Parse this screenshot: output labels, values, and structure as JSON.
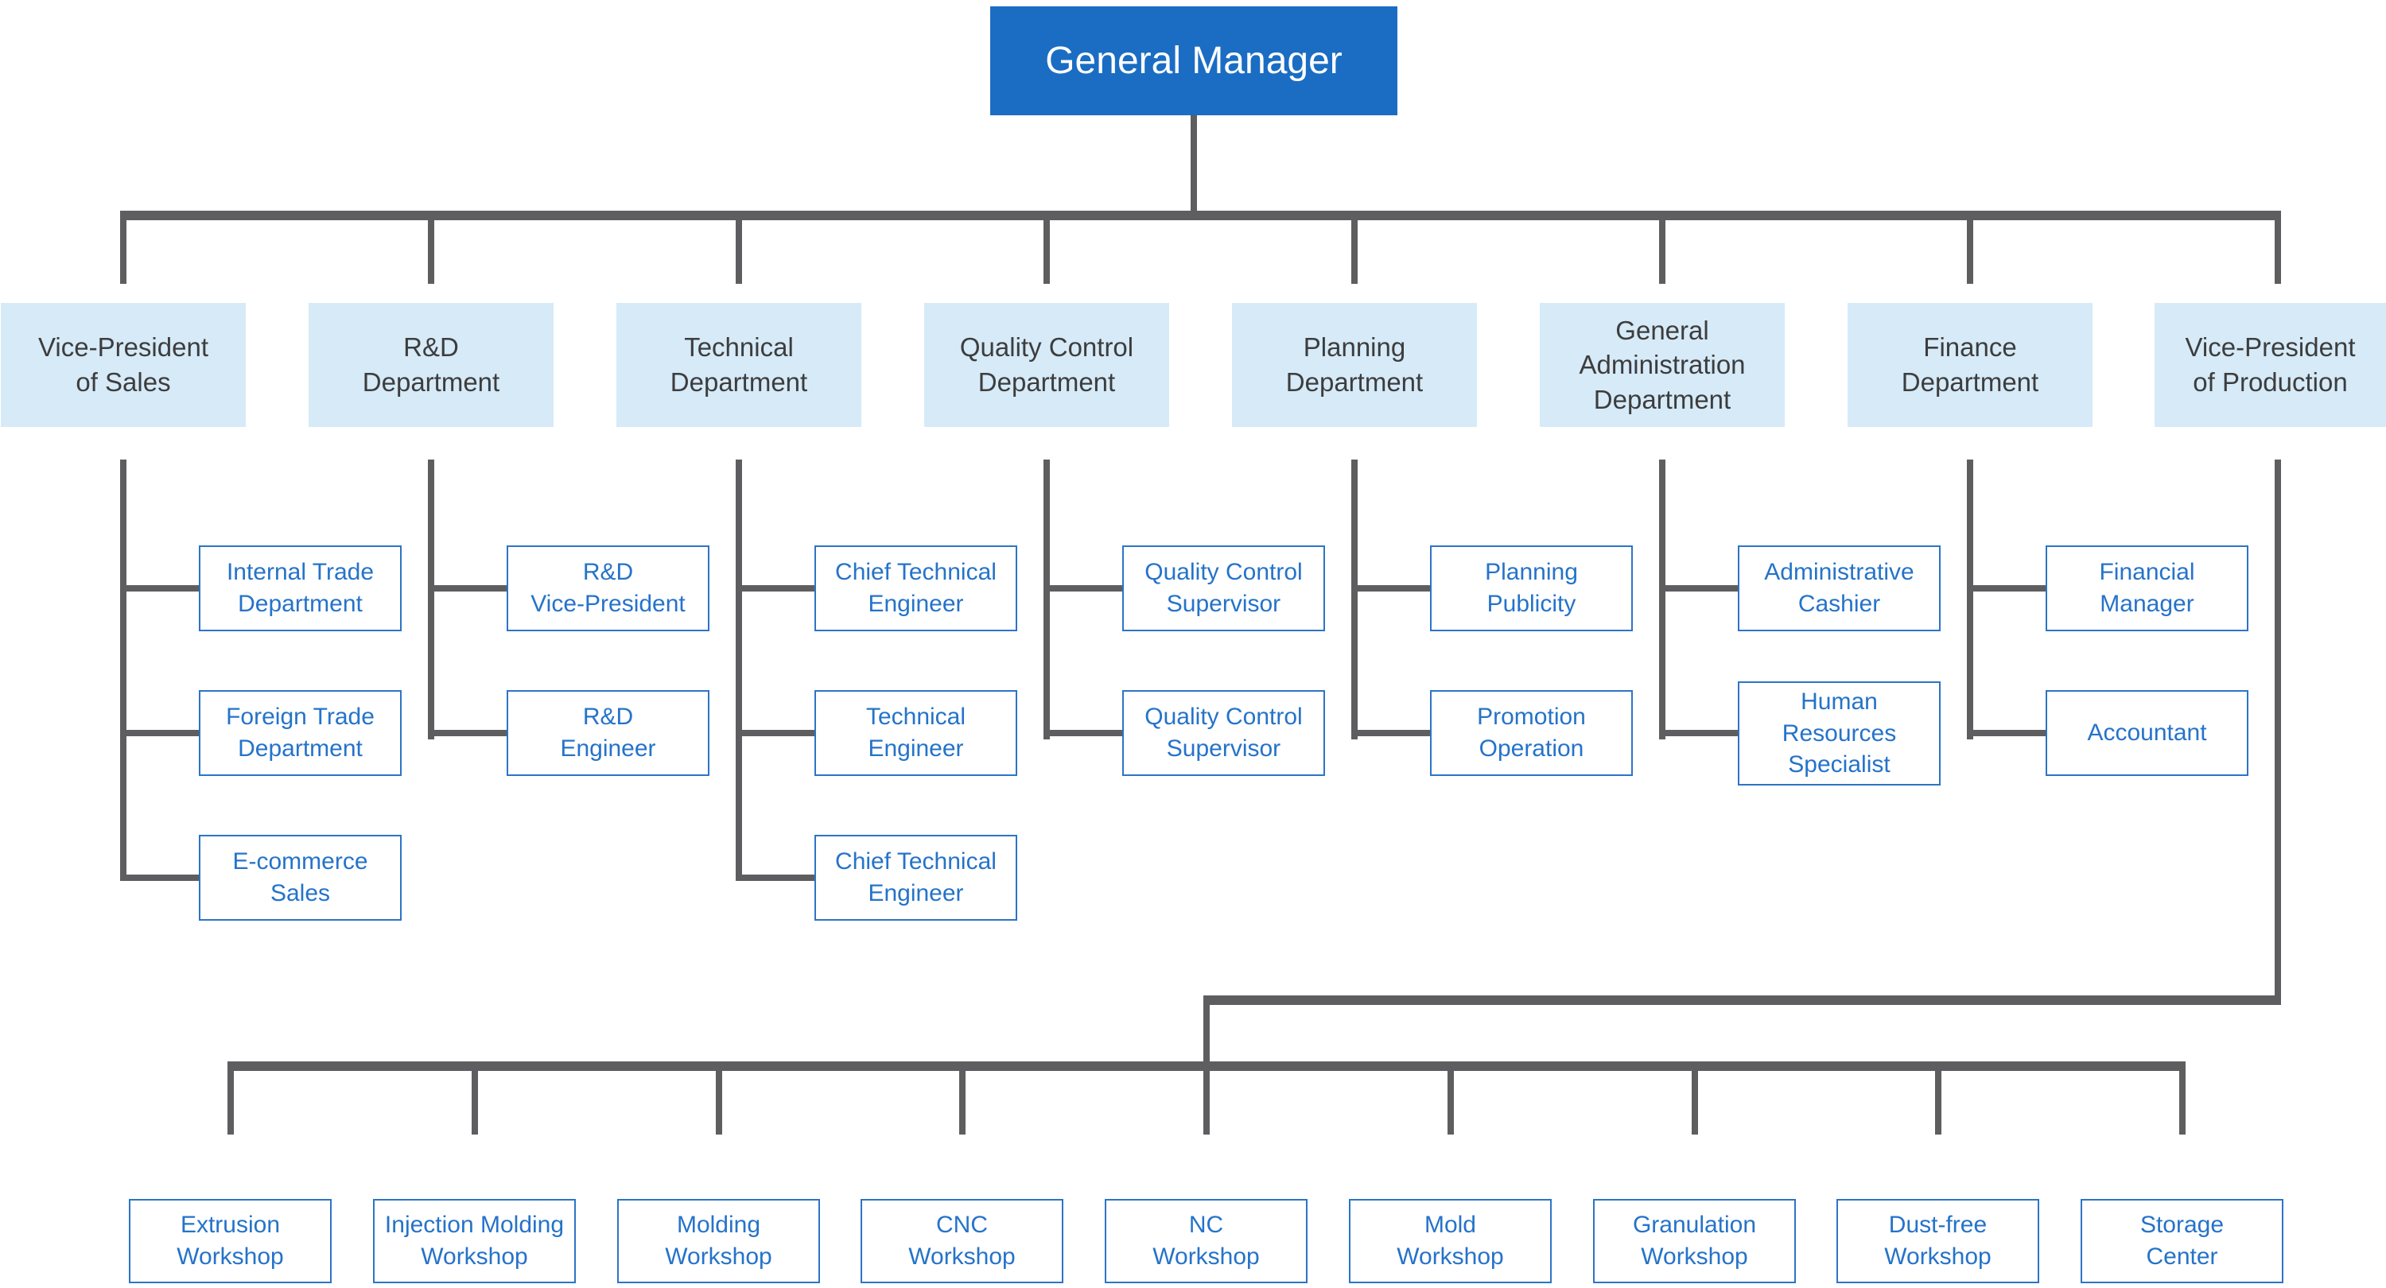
{
  "colors": {
    "root_bg": "#1a6dc3",
    "root_text": "#ffffff",
    "dept_bg": "#d6eaf8",
    "dept_text": "#3d3d3d",
    "leaf_border": "#2d74c6",
    "leaf_text": "#2573c9",
    "connector": "#5e5e60"
  },
  "root": {
    "label": "General Manager"
  },
  "departments": [
    {
      "label": "Vice-President\nof Sales",
      "children": [
        {
          "label": "Internal Trade\nDepartment"
        },
        {
          "label": "Foreign Trade\nDepartment"
        },
        {
          "label": "E-commerce\nSales"
        }
      ]
    },
    {
      "label": "R&D\nDepartment",
      "children": [
        {
          "label": "R&D\nVice-President"
        },
        {
          "label": "R&D\nEngineer"
        }
      ]
    },
    {
      "label": "Technical\nDepartment",
      "children": [
        {
          "label": "Chief Technical\nEngineer"
        },
        {
          "label": "Technical\nEngineer"
        },
        {
          "label": "Chief Technical\nEngineer"
        }
      ]
    },
    {
      "label": "Quality Control\nDepartment",
      "children": [
        {
          "label": "Quality Control\nSupervisor"
        },
        {
          "label": "Quality Control\nSupervisor"
        }
      ]
    },
    {
      "label": "Planning\nDepartment",
      "children": [
        {
          "label": "Planning\nPublicity"
        },
        {
          "label": "Promotion\nOperation"
        }
      ]
    },
    {
      "label": "General\nAdministration\nDepartment",
      "children": [
        {
          "label": "Administrative\nCashier"
        },
        {
          "label": "Human\nResources\nSpecialist"
        }
      ]
    },
    {
      "label": "Finance\nDepartment",
      "children": [
        {
          "label": "Financial\nManager"
        },
        {
          "label": "Accountant"
        }
      ]
    },
    {
      "label": "Vice-President\nof Production",
      "children": [
        {
          "label": "Extrusion\nWorkshop"
        },
        {
          "label": "Injection Molding\nWorkshop"
        },
        {
          "label": "Molding\nWorkshop"
        },
        {
          "label": "CNC\nWorkshop"
        },
        {
          "label": "NC\nWorkshop"
        },
        {
          "label": "Mold\nWorkshop"
        },
        {
          "label": "Granulation\nWorkshop"
        },
        {
          "label": "Dust-free\nWorkshop"
        },
        {
          "label": "Storage\nCenter"
        }
      ]
    }
  ]
}
